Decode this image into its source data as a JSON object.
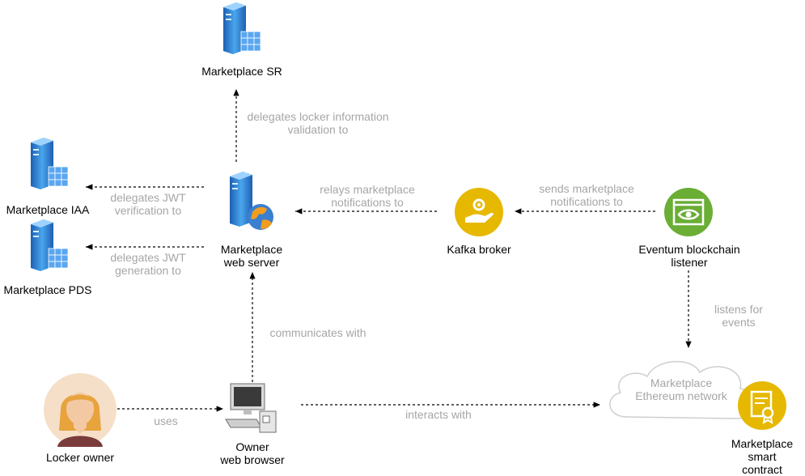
{
  "nodes": {
    "sr": "Marketplace SR",
    "iaa": "Marketplace IAA",
    "pds": "Marketplace PDS",
    "web_server": "Marketplace\nweb server",
    "kafka": "Kafka broker",
    "listener": "Eventum blockchain\nlistener",
    "locker_owner": "Locker owner",
    "browser": "Owner\nweb browser",
    "network": "Marketplace\nEthereum network",
    "contract": "Marketplace\nsmart contract"
  },
  "edges": {
    "ws_to_sr": "delegates locker information\nvalidation to",
    "ws_to_iaa": "delegates JWT\nverification to",
    "ws_to_pds": "delegates JWT\ngeneration to",
    "kafka_to_ws": "relays marketplace\nnotifications to",
    "listener_to_kafka": "sends marketplace\nnotifications to",
    "listener_to_network": "listens for events",
    "browser_to_ws": "communicates with",
    "owner_to_browser": "uses",
    "browser_to_network": "interacts with"
  },
  "colors": {
    "arrow": "#000000",
    "edge_label": "#a6a6a6",
    "kafka": "#e6b800",
    "listener": "#6aae35",
    "contract": "#e6b800",
    "server_blue": "#2b7fd4"
  }
}
